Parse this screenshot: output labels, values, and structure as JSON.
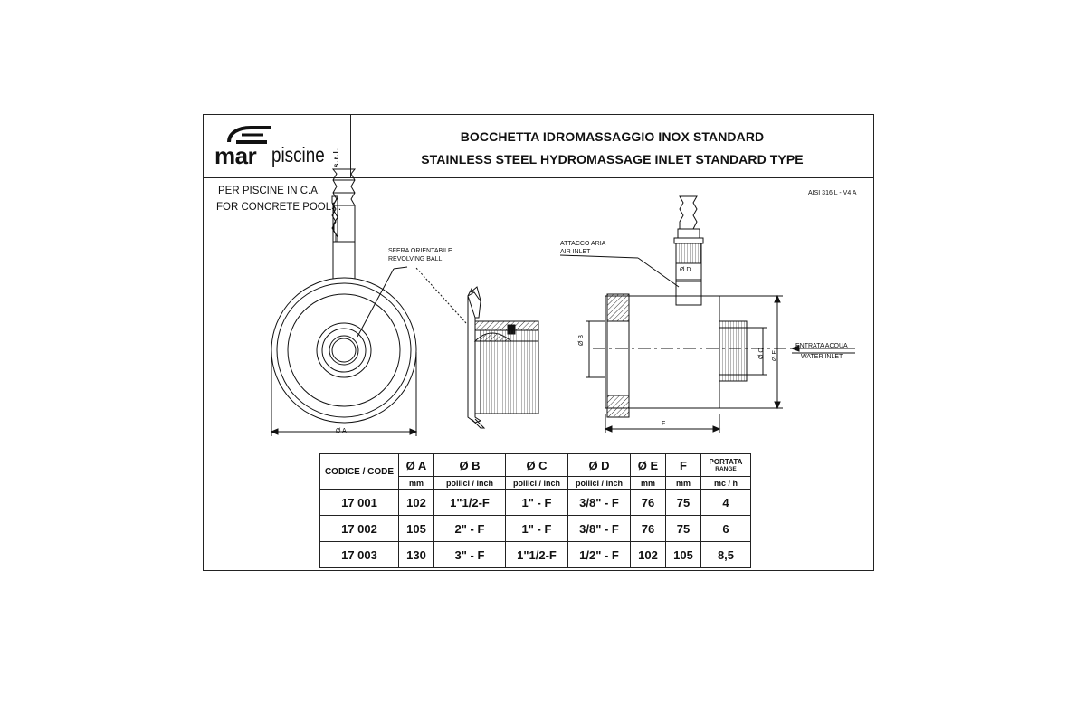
{
  "logo": {
    "brand": "mar",
    "name": "piscine",
    "suffix": "s.r.l."
  },
  "title": {
    "it": "BOCCHETTA IDROMASSAGGIO INOX STANDARD",
    "en": "STAINLESS STEEL HYDROMASSAGE INLET STANDARD TYPE"
  },
  "notes": [
    "PER PISCINE IN C.A.",
    "FOR CONCRETE POOLS."
  ],
  "material": "AISI 316 L - V4 A",
  "labels": {
    "sfera_it": "SFERA ORIENTABILE",
    "sfera_en": "REVOLVING BALL",
    "attacco_it": "ATTACCO ARIA",
    "attacco_en": "AIR INLET",
    "entrata_it": "ENTRATA ACQUA",
    "entrata_en": "WATER INLET",
    "dim_a": "Ø A",
    "dim_b": "Ø B",
    "dim_c": "Ø C",
    "dim_d": "Ø D",
    "dim_e": "Ø E",
    "dim_f": "F"
  },
  "table": {
    "header": [
      "CODICE / CODE",
      "Ø A",
      "Ø B",
      "Ø C",
      "Ø D",
      "Ø E",
      "F"
    ],
    "portata": [
      "PORTATA",
      "RANGE"
    ],
    "units": [
      "mm",
      "pollici / inch",
      "pollici / inch",
      "pollici / inch",
      "mm",
      "mm",
      "mc / h"
    ],
    "rows": [
      [
        "17 001",
        "102",
        "1\"1/2-F",
        "1\" - F",
        "3/8\" - F",
        "76",
        "75",
        "4"
      ],
      [
        "17 002",
        "105",
        "2\" - F",
        "1\" - F",
        "3/8\" - F",
        "76",
        "75",
        "6"
      ],
      [
        "17 003",
        "130",
        "3\" - F",
        "1\"1/2-F",
        "1/2\" - F",
        "102",
        "105",
        "8,5"
      ]
    ]
  }
}
